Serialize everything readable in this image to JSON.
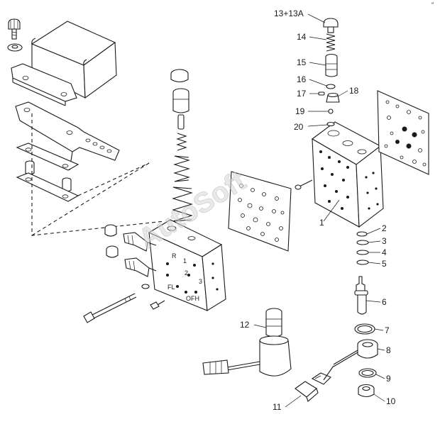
{
  "watermark": "AutoSoft",
  "corner_mark": "”",
  "callouts": [
    {
      "id": "c13",
      "label": "13+13A"
    },
    {
      "id": "c14",
      "label": "14"
    },
    {
      "id": "c15",
      "label": "15"
    },
    {
      "id": "c16",
      "label": "16"
    },
    {
      "id": "c17",
      "label": "17"
    },
    {
      "id": "c18",
      "label": "18"
    },
    {
      "id": "c19",
      "label": "19"
    },
    {
      "id": "c20",
      "label": "20"
    },
    {
      "id": "c1",
      "label": "1"
    },
    {
      "id": "c2",
      "label": "2"
    },
    {
      "id": "c3",
      "label": "3"
    },
    {
      "id": "c4",
      "label": "4"
    },
    {
      "id": "c5",
      "label": "5"
    },
    {
      "id": "c6",
      "label": "6"
    },
    {
      "id": "c7",
      "label": "7"
    },
    {
      "id": "c8",
      "label": "8"
    },
    {
      "id": "c9",
      "label": "9"
    },
    {
      "id": "c10",
      "label": "10"
    },
    {
      "id": "c11",
      "label": "11"
    },
    {
      "id": "c12",
      "label": "12"
    }
  ],
  "valve_body_markings": {
    "r": "R",
    "one": "1",
    "two": "2",
    "three": "3",
    "fl": "FL",
    "ofh": "OFH"
  }
}
